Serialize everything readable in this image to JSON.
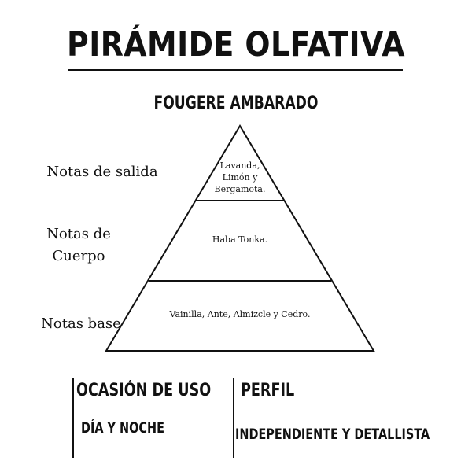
{
  "header": {
    "title": "PIRÁMIDE OLFATIVA",
    "subtitle": "FOUGERE AMBARADO"
  },
  "tiers": [
    {
      "label_lines": [
        "Notas de salida"
      ],
      "notes_lines": [
        "Lavanda,",
        "Limón y",
        "Bergamota."
      ]
    },
    {
      "label_lines": [
        "Notas de",
        "Cuerpo"
      ],
      "notes_lines": [
        "Haba Tonka."
      ]
    },
    {
      "label_lines": [
        "Notas base"
      ],
      "notes_lines": [
        "Vainilla, Ante, Almizcle y Cedro."
      ]
    }
  ],
  "info": {
    "occasion": {
      "heading": "OCASIÓN DE USO",
      "value": "DÍA Y NOCHE"
    },
    "profile": {
      "heading": "PERFIL",
      "value": "INDEPENDIENTE Y DETALLISTA"
    }
  },
  "colors": {
    "ink": "#111111",
    "background": "#ffffff"
  }
}
